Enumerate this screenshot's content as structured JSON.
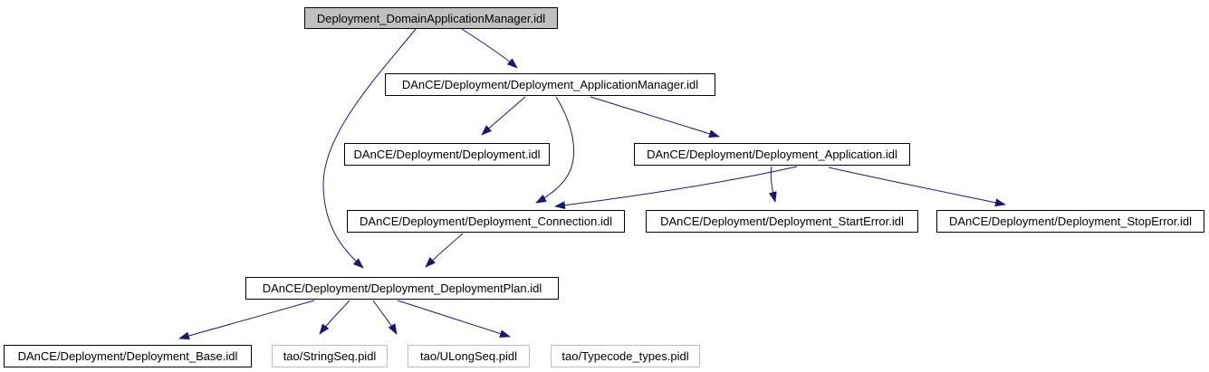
{
  "diagram": {
    "type": "include-dependency-graph",
    "background_color": "#ffffff",
    "edge_color": "#191970",
    "current_node_fill": "#c0c0c0",
    "node_border_color": "#000000",
    "external_node_border_color": "#bebebe",
    "nodes": [
      {
        "id": "domain-application-manager",
        "label": "Deployment_DomainApplicationManager.idl",
        "type": "current"
      },
      {
        "id": "application-manager",
        "label": "DAnCE/Deployment/Deployment_ApplicationManager.idl",
        "type": "idl"
      },
      {
        "id": "deployment",
        "label": "DAnCE/Deployment/Deployment.idl",
        "type": "idl"
      },
      {
        "id": "application",
        "label": "DAnCE/Deployment/Deployment_Application.idl",
        "type": "idl"
      },
      {
        "id": "connection",
        "label": "DAnCE/Deployment/Deployment_Connection.idl",
        "type": "idl"
      },
      {
        "id": "start-error",
        "label": "DAnCE/Deployment/Deployment_StartError.idl",
        "type": "idl"
      },
      {
        "id": "stop-error",
        "label": "DAnCE/Deployment/Deployment_StopError.idl",
        "type": "idl"
      },
      {
        "id": "deployment-plan",
        "label": "DAnCE/Deployment/Deployment_DeploymentPlan.idl",
        "type": "idl"
      },
      {
        "id": "base",
        "label": "DAnCE/Deployment/Deployment_Base.idl",
        "type": "idl"
      },
      {
        "id": "string-seq",
        "label": "tao/StringSeq.pidl",
        "type": "external"
      },
      {
        "id": "ulong-seq",
        "label": "tao/ULongSeq.pidl",
        "type": "external"
      },
      {
        "id": "typecode-types",
        "label": "tao/Typecode_types.pidl",
        "type": "external"
      }
    ],
    "edges": [
      {
        "from": "domain-application-manager",
        "to": "application-manager"
      },
      {
        "from": "domain-application-manager",
        "to": "deployment-plan"
      },
      {
        "from": "application-manager",
        "to": "deployment"
      },
      {
        "from": "application-manager",
        "to": "application"
      },
      {
        "from": "application-manager",
        "to": "connection"
      },
      {
        "from": "application",
        "to": "connection"
      },
      {
        "from": "application",
        "to": "start-error"
      },
      {
        "from": "application",
        "to": "stop-error"
      },
      {
        "from": "connection",
        "to": "deployment-plan"
      },
      {
        "from": "deployment-plan",
        "to": "base"
      },
      {
        "from": "deployment-plan",
        "to": "string-seq"
      },
      {
        "from": "deployment-plan",
        "to": "ulong-seq"
      },
      {
        "from": "deployment-plan",
        "to": "typecode-types"
      }
    ]
  }
}
